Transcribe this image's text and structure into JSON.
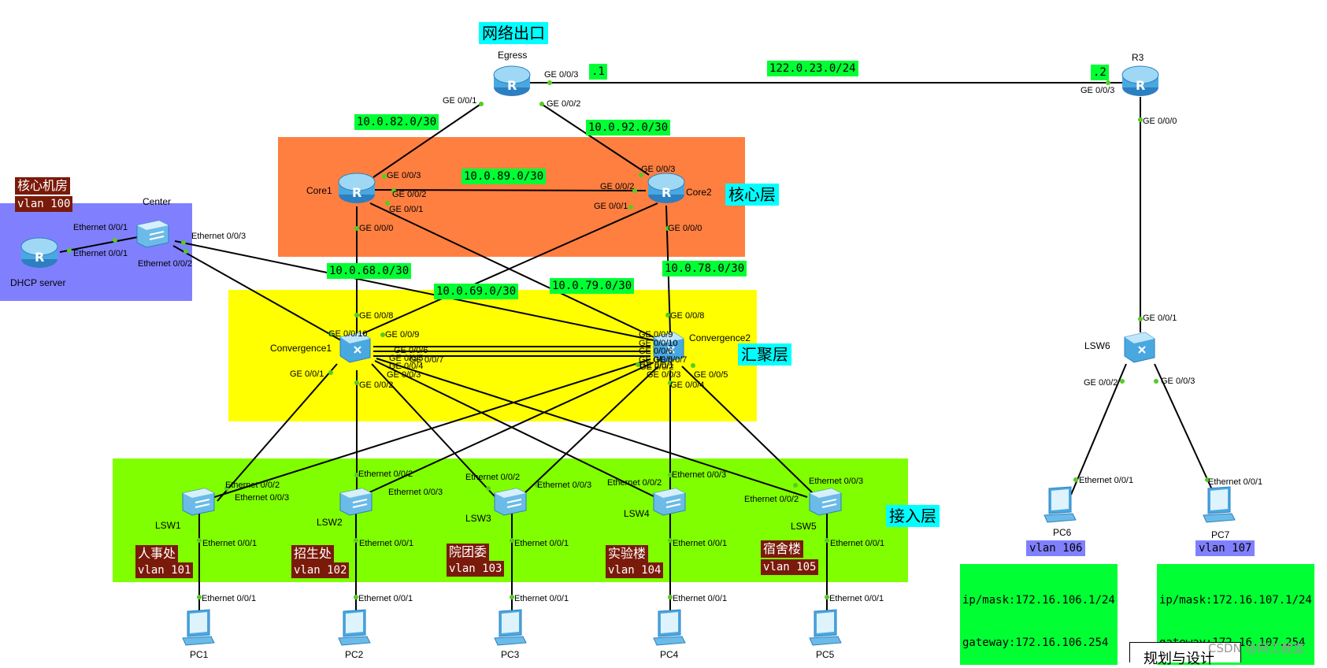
{
  "zones": {
    "egress_title": "网络出口",
    "core_title": "核心层",
    "agg_title": "汇聚层",
    "access_title": "接入层",
    "core_room_title": "核心机房",
    "core_room_vlan": "vlan 100"
  },
  "colors": {
    "core_zone": "#ff7f40",
    "agg_zone": "#ffff00",
    "access_zone": "#80ff00",
    "core_room_zone": "#8080ff",
    "subnet_label": "#00ff33",
    "zone_title": "#00ffff",
    "dept_label": "#7a1a0a",
    "router": "#4aa8e0",
    "link": "#000000",
    "port_dot": "#55cc22"
  },
  "devices": {
    "egress": "Egress",
    "r3": "R3",
    "core1": "Core1",
    "core2": "Core2",
    "center": "Center",
    "dhcp": "DHCP server",
    "conv1": "Convergence1",
    "conv2": "Convergence2",
    "lsw1": "LSW1",
    "lsw2": "LSW2",
    "lsw3": "LSW3",
    "lsw4": "LSW4",
    "lsw5": "LSW5",
    "lsw6": "LSW6",
    "pc1": "PC1",
    "pc2": "PC2",
    "pc3": "PC3",
    "pc4": "PC4",
    "pc5": "PC5",
    "pc6": "PC6",
    "pc7": "PC7"
  },
  "subnets": {
    "egress_r3": "122.0.23.0/24",
    "egress_side": ".1",
    "r3_side": ".2",
    "egress_core1": "10.0.82.0/30",
    "egress_core2": "10.0.92.0/30",
    "core1_core2": "10.0.89.0/30",
    "core1_conv1": "10.0.68.0/30",
    "core1_conv2": "10.0.79.0/30",
    "core2_conv1": "10.0.69.0/30",
    "core2_conv2": "10.0.78.0/30"
  },
  "departments": [
    {
      "name": "人事处",
      "vlan": "vlan 101"
    },
    {
      "name": "招生处",
      "vlan": "vlan 102"
    },
    {
      "name": "院团委",
      "vlan": "vlan 103"
    },
    {
      "name": "实验楼",
      "vlan": "vlan 104"
    },
    {
      "name": "宿舍楼",
      "vlan": "vlan 105"
    }
  ],
  "pc6_vlan": "vlan 106",
  "pc7_vlan": "vlan 107",
  "pc6_ip": "ip/mask:172.16.106.1/24",
  "pc6_gw": "gateway:172.16.106.254",
  "pc7_ip": "ip/mask:172.16.107.1/24",
  "pc7_gw": "gateway:172.16.107.254",
  "ports": {
    "p_egress_e03": "GE 0/0/3",
    "p_egress_e01": "GE 0/0/1",
    "p_egress_e02": "GE 0/0/2",
    "p_r3_03": "GE 0/0/3",
    "p_r3_00": "GE 0/0/0",
    "p_c1_03": "GE 0/0/3",
    "p_c1_02": "GE 0/0/2",
    "p_c1_01": "GE 0/0/1",
    "p_c1_00": "GE 0/0/0",
    "p_c2_03": "GE 0/0/3",
    "p_c2_02": "GE 0/0/2",
    "p_c2_01": "GE 0/0/1",
    "p_c2_00": "GE 0/0/0",
    "p_ctr_e01a": "Ethernet 0/0/1",
    "p_dhcp_e01": "Ethernet 0/0/1",
    "p_ctr_e03": "Ethernet 0/0/3",
    "p_ctr_e02": "Ethernet 0/0/2",
    "p_v1_08": "GE 0/0/8",
    "p_v1_10": "GE 0/0/10",
    "p_v1_09": "GE 0/0/9",
    "p_v1_06": "GE 0/0/6",
    "p_v1_05": "GE 0/0/5",
    "p_v1_07": "GE 0/0/7",
    "p_v1_04": "GE 0/0/4",
    "p_v1_03": "GE 0/0/3",
    "p_v1_01": "GE 0/0/1",
    "p_v1_02": "GE 0/0/2",
    "p_v2_08": "GE 0/0/8",
    "p_v2_09": "GE 0/0/9",
    "p_v2_10": "GE 0/0/10",
    "p_v2_06": "GE 0/0/6",
    "p_v2_05a": "GE 0/0/5",
    "p_v2_07": "GE 0/0/7",
    "p_v2_01": "GE 0/0/1",
    "p_v2_02": "GE 0/0/2",
    "p_v2_03": "GE 0/0/3",
    "p_v2_05": "GE 0/0/5",
    "p_v2_04": "GE 0/0/4",
    "p_l1_02": "Ethernet 0/0/2",
    "p_l1_03": "Ethernet 0/0/3",
    "p_l1_01": "Ethernet 0/0/1",
    "p_l2_02": "Ethernet 0/0/2",
    "p_l2_03": "Ethernet 0/0/3",
    "p_l2_01": "Ethernet 0/0/1",
    "p_l3_02": "Ethernet 0/0/2",
    "p_l3_03": "Ethernet 0/0/3",
    "p_l3_01": "Ethernet 0/0/1",
    "p_l4_02": "Ethernet 0/0/2",
    "p_l4_03": "Ethernet 0/0/3",
    "p_l4_01": "Ethernet 0/0/1",
    "p_l5_03": "Ethernet 0/0/3",
    "p_l5_02": "Ethernet 0/0/2",
    "p_l5_01": "Ethernet 0/0/1",
    "p_pc1": "Ethernet 0/0/1",
    "p_pc2": "Ethernet 0/0/1",
    "p_pc3": "Ethernet 0/0/1",
    "p_pc4": "Ethernet 0/0/1",
    "p_pc5": "Ethernet 0/0/1",
    "p_l6_01": "GE 0/0/1",
    "p_l6_02": "GE 0/0/2",
    "p_l6_03": "GE 0/0/3",
    "p_pc6": "Ethernet 0/0/1",
    "p_pc7": "Ethernet 0/0/1"
  },
  "watermark": "CSDN @网工教室",
  "cut_text": "规划与设计"
}
